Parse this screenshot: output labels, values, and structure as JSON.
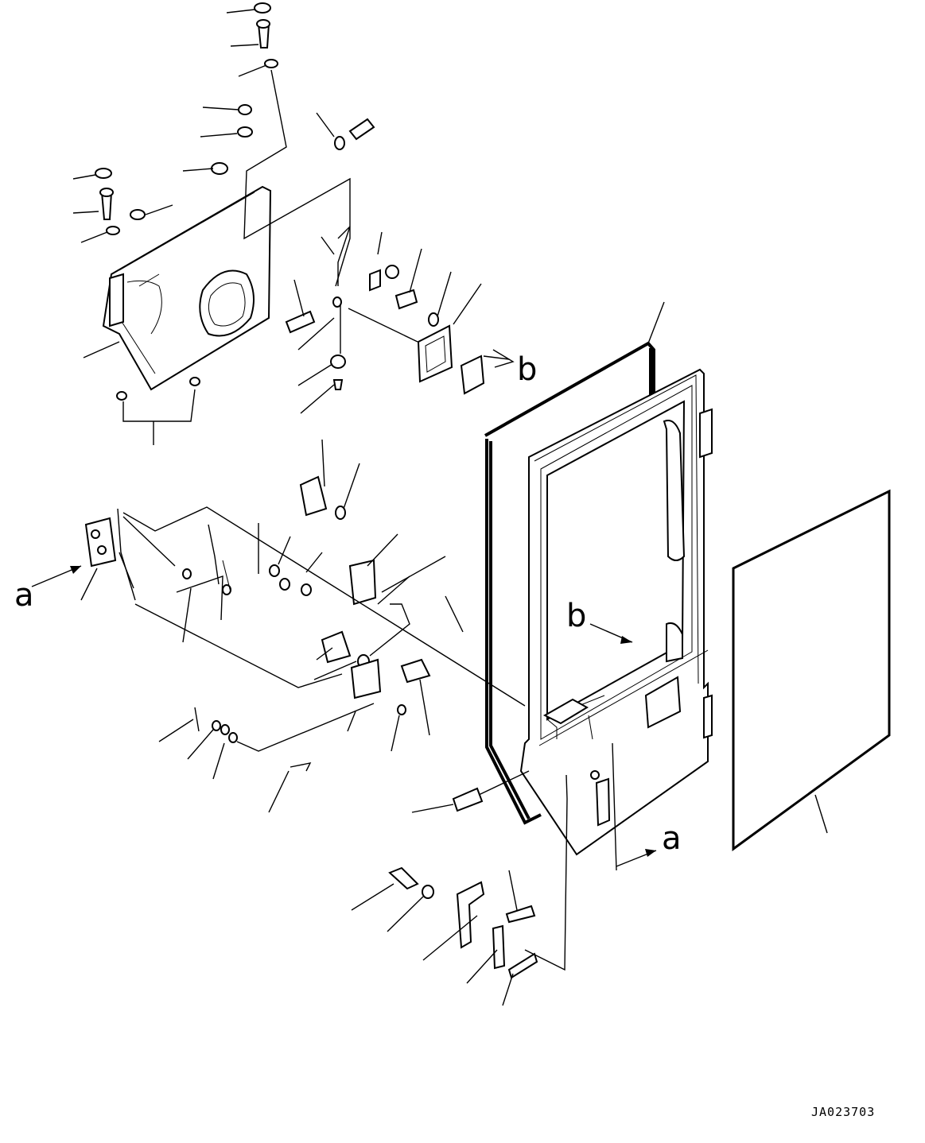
{
  "diagram": {
    "view_labels": [
      "a",
      "b",
      "b",
      "a"
    ],
    "drawing_code": "JA023703"
  }
}
